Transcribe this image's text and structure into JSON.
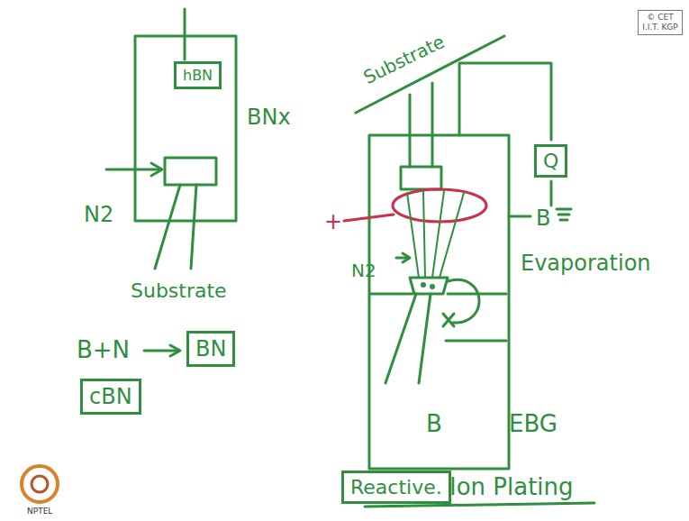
{
  "diagram": {
    "nodes": [
      {
        "text": [
          "hBN"
        ]
      },
      {
        "text": [
          "Q"
        ]
      },
      {
        "text": [
          "BN"
        ]
      },
      {
        "text": [
          "cBN"
        ]
      },
      {
        "text": [
          "Reactive."
        ]
      },
      {
        "text": [
          "© CET I.I.T. KGP"
        ]
      }
    ],
    "labels": [
      "BNx",
      "N2",
      "Substrate",
      "Substrate",
      "+",
      "B",
      "Evaporation",
      "N2",
      "B+N",
      "B",
      "EBG",
      "Ion Plating",
      "NPTEL"
    ]
  }
}
